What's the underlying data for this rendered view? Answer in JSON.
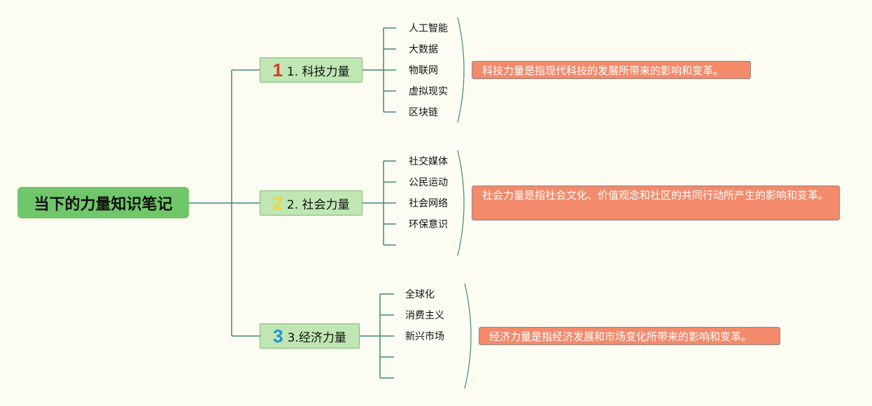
{
  "root": {
    "title": "当下的力量知识笔记"
  },
  "colors": {
    "background": "#fcfcf2",
    "root_fill": "#70c769",
    "branch_fill": "#bfe6b3",
    "connector": "#3f8a7a",
    "note_fill": "#f28a6b",
    "num1": "#e0352b",
    "num2": "#f2d63a",
    "num3": "#1e95d4"
  },
  "branches": [
    {
      "number": "1",
      "label": "1. 科技力量",
      "items": [
        "人工智能",
        "大数据",
        "物联网",
        "虚拟现实",
        "区块链"
      ],
      "note": "科技力量是指现代科技的发展所带来的影响和变革。"
    },
    {
      "number": "2",
      "label": "2. 社会力量",
      "items": [
        "社交媒体",
        "公民运动",
        "社会网络",
        "环保意识",
        ""
      ],
      "note": "社会力量是指社会文化、价值观念和社区的共同行动所产生的影响和变革。"
    },
    {
      "number": "3",
      "label": "3.经济力量",
      "items": [
        "全球化",
        "消费主义",
        "新兴市场",
        "",
        ""
      ],
      "note": "经济力量是指经济发展和市场变化所带来的影响和变革。"
    }
  ]
}
